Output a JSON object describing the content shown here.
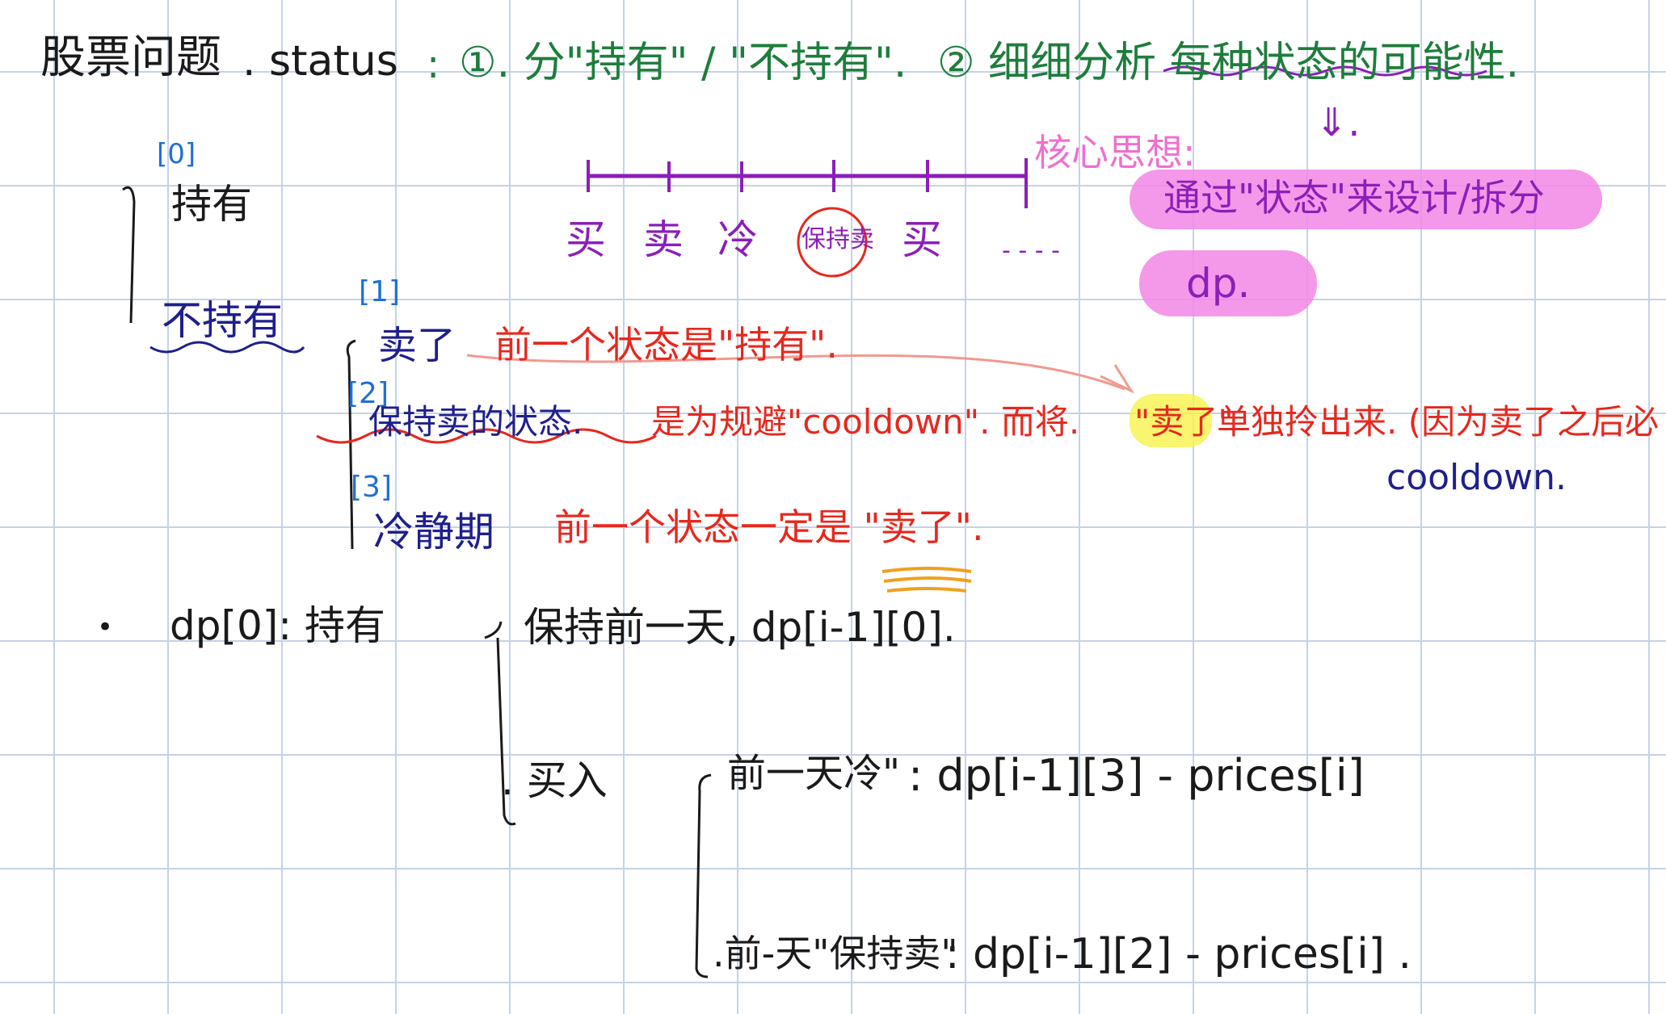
{
  "header": {
    "title": "股票问题",
    "status_word": ". status",
    "colon": ":",
    "rule1": "①. 分\"持有\" / \"不持有\".",
    "rule2": "② 细细分析 每种状态的可能性."
  },
  "arrow_down": "⇓.",
  "core_idea": {
    "label": "核心思想:",
    "line1": "通过\"状态\"来设计/拆分",
    "line2": "dp."
  },
  "timeline": {
    "labels": [
      "买",
      "卖",
      "冷",
      "保持卖",
      "买"
    ],
    "ellipsis": "- - - -"
  },
  "states": {
    "root_hold": {
      "index": "[0]",
      "label": "持有"
    },
    "root_not_hold": {
      "label": "不持有"
    },
    "sub": [
      {
        "index": "[1]",
        "label": "卖了",
        "note": "前一个状态是\"持有\"."
      },
      {
        "index": "[2]",
        "label": "保持卖的状态.",
        "note": "是为规避\"cooldown\". 而将.",
        "note_hl": "\"卖了\"",
        "note_tail": "单独拎出来. (因为卖了之后必",
        "note_tail2": "cooldown."
      },
      {
        "index": "[3]",
        "label": "冷静期",
        "note": "前一个状态一定是 \"卖了\"."
      }
    ]
  },
  "dp": {
    "bullet": "•",
    "head": "dp[0]: 持有",
    "opt1": "保持前一天, dp[i-1][0].",
    "opt2": ". 买入",
    "opt2_sub1_label": "前一天冷\"",
    "opt2_sub1_formula": ": dp[i-1][3] - prices[i]",
    "opt2_sub2_label": ".前-天\"保持卖\"",
    "opt2_sub2_formula": ": dp[i-1][2] - prices[i] ."
  },
  "colors": {
    "black": "#1a1a1a",
    "green": "#1e7d3c",
    "purple": "#8b1fb8",
    "blue": "#1f6fd6",
    "navy": "#1f1f8c",
    "red": "#e6281e",
    "pink_highlight": "#f287e6",
    "yellow_highlight": "#f8f24a",
    "orange_scribble": "#f0a020",
    "grid": "#c5d3e6"
  }
}
